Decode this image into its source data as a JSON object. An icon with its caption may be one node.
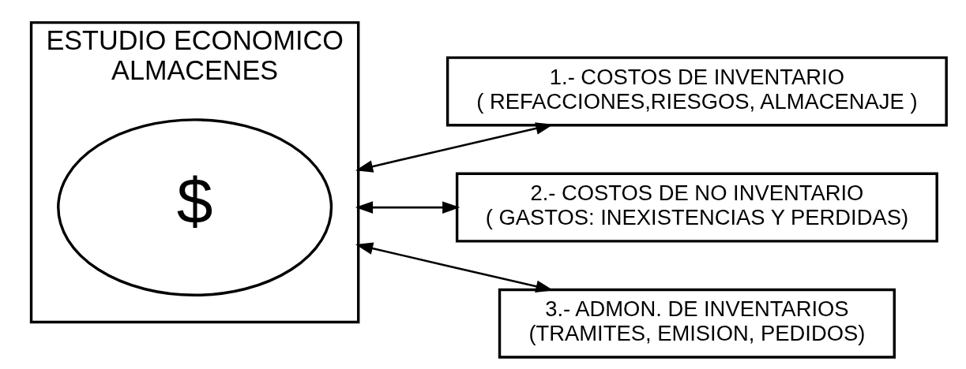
{
  "diagram": {
    "nodes": [
      {
        "text": [
          "ESTUDIO ECONOMICO",
          "ALMACENES"
        ]
      },
      {
        "text": [
          "$"
        ],
        "in": 0
      },
      {
        "text": [
          "1.- COSTOS DE INVENTARIO",
          "( REFACCIONES,RIESGOS, ALMACENAJE )"
        ]
      },
      {
        "text": [
          "2.- COSTOS DE NO INVENTARIO",
          "( GASTOS: INEXISTENCIAS Y PERDIDAS)"
        ]
      },
      {
        "text": [
          "3.- ADMON. DE INVENTARIOS",
          "(TRAMITES, EMISION, PEDIDOS)"
        ]
      }
    ],
    "edges": [
      {
        "from": 0,
        "to": 2,
        "arrow": "both"
      },
      {
        "from": 0,
        "to": 3,
        "arrow": "both"
      },
      {
        "from": 0,
        "to": 4,
        "arrow": "both"
      }
    ]
  }
}
